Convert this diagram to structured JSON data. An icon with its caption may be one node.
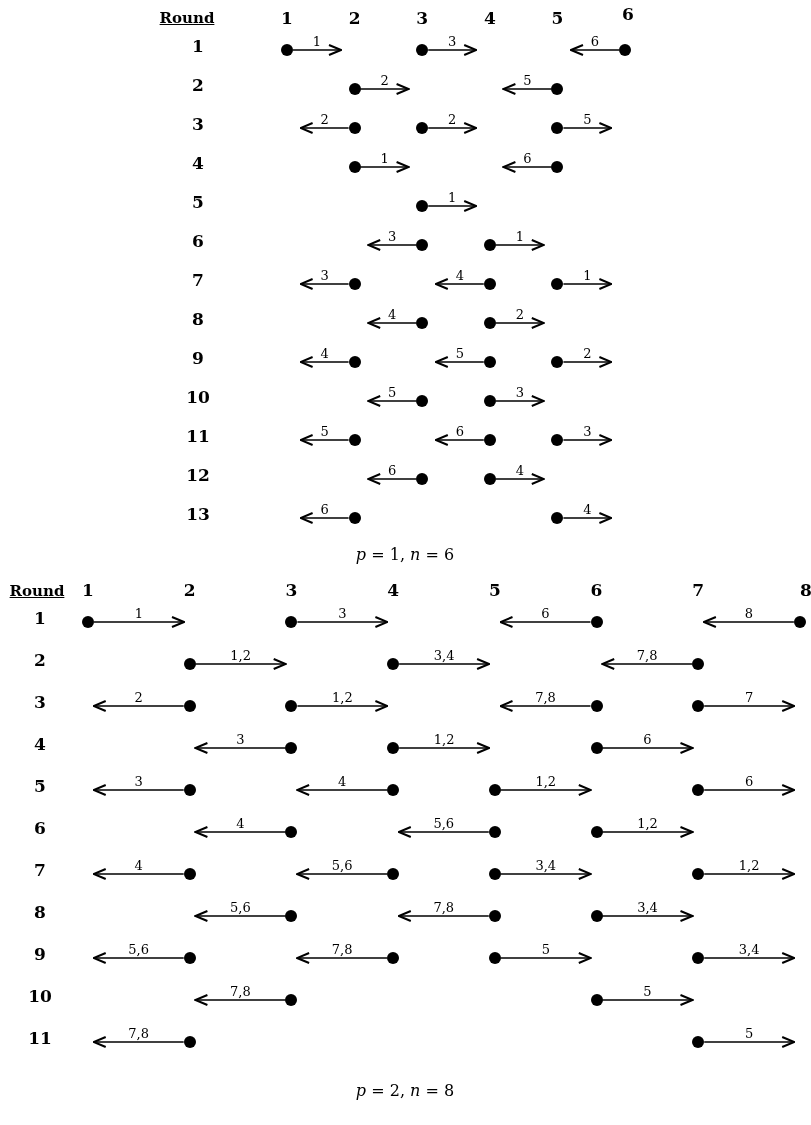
{
  "diagram": {
    "nodes": [
      {
        "text": [],
        "shape": "circle"
      },
      {
        "text": [],
        "shape": "circle"
      },
      {
        "text": [],
        "shape": "circle"
      },
      {
        "text": [],
        "shape": "circle"
      },
      {
        "text": [],
        "shape": "circle"
      },
      {
        "text": [],
        "shape": "circle"
      },
      {
        "text": [],
        "shape": "circle"
      },
      {
        "text": [],
        "shape": "circle"
      },
      {
        "text": [],
        "shape": "circle"
      },
      {
        "text": [],
        "shape": "circle"
      },
      {
        "text": [],
        "shape": "circle"
      },
      {
        "text": [],
        "shape": "circle"
      },
      {
        "text": [],
        "shape": "circle"
      },
      {
        "text": [],
        "shape": "circle"
      },
      {
        "text": [],
        "shape": "circle"
      },
      {
        "text": [],
        "shape": "circle"
      },
      {
        "text": [],
        "shape": "circle"
      },
      {
        "text": [],
        "shape": "circle"
      },
      {
        "text": [],
        "shape": "circle"
      },
      {
        "text": [],
        "shape": "circle"
      },
      {
        "text": [],
        "shape": "circle"
      },
      {
        "text": [],
        "shape": "circle"
      },
      {
        "text": [],
        "shape": "circle"
      },
      {
        "text": [],
        "shape": "circle"
      },
      {
        "text": [],
        "shape": "circle"
      },
      {
        "text": [],
        "shape": "circle"
      },
      {
        "text": [],
        "shape": "circle"
      },
      {
        "text": [],
        "shape": "circle"
      },
      {
        "text": [],
        "shape": "circle"
      },
      {
        "text": [],
        "shape": "circle"
      },
      {
        "text": [],
        "shape": "circle"
      },
      {
        "text": [],
        "shape": "circle"
      },
      {
        "text": [],
        "shape": "circle"
      },
      {
        "text": [],
        "shape": "circle"
      },
      {
        "text": [],
        "shape": "circle"
      },
      {
        "text": [],
        "shape": "circle"
      },
      {
        "text": [],
        "shape": "circle"
      },
      {
        "text": [],
        "shape": "circle"
      },
      {
        "text": [],
        "shape": "circle"
      },
      {
        "text": [],
        "shape": "circle"
      },
      {
        "text": [],
        "shape": "circle"
      },
      {
        "text": [],
        "shape": "circle"
      },
      {
        "text": [],
        "shape": "circle"
      },
      {
        "text": [],
        "shape": "circle"
      },
      {
        "text": [],
        "shape": "circle"
      },
      {
        "text": [],
        "shape": "circle"
      },
      {
        "text": [],
        "shape": "circle"
      },
      {
        "text": [],
        "shape": "circle"
      },
      {
        "text": [],
        "shape": "circle"
      },
      {
        "text": [],
        "shape": "circle"
      },
      {
        "text": [],
        "shape": "circle"
      },
      {
        "text": [],
        "shape": "circle"
      },
      {
        "text": [],
        "shape": "circle"
      },
      {
        "text": [],
        "shape": "circle"
      },
      {
        "text": [],
        "shape": "circle"
      },
      {
        "text": [],
        "shape": "circle"
      },
      {
        "text": [],
        "shape": "circle"
      },
      {
        "text": [],
        "shape": "circle"
      },
      {
        "text": [],
        "shape": "circle"
      },
      {
        "text": [],
        "shape": "circle"
      },
      {
        "text": [],
        "shape": "circle"
      },
      {
        "text": [],
        "shape": "circle"
      },
      {
        "text": [],
        "shape": "circle"
      },
      {
        "text": [],
        "shape": "circle"
      },
      {
        "text": [],
        "shape": "circle"
      },
      {
        "text": [],
        "shape": "circle"
      }
    ],
    "edges": [
      {
        "from": 0,
        "to": null,
        "arrow": "to",
        "label": "1"
      },
      {
        "from": 1,
        "to": null,
        "arrow": "to",
        "label": "3"
      },
      {
        "from": 2,
        "to": null,
        "arrow": "to",
        "label": "6"
      },
      {
        "from": 3,
        "to": null,
        "arrow": "to",
        "label": "2"
      },
      {
        "from": 4,
        "to": null,
        "arrow": "to",
        "label": "5"
      },
      {
        "from": 5,
        "to": null,
        "arrow": "to",
        "label": "2"
      },
      {
        "from": 6,
        "to": null,
        "arrow": "to",
        "label": "2"
      },
      {
        "from": 7,
        "to": null,
        "arrow": "to",
        "label": "5"
      },
      {
        "from": 8,
        "to": null,
        "arrow": "to",
        "label": "1"
      },
      {
        "from": 9,
        "to": null,
        "arrow": "to",
        "label": "6"
      },
      {
        "from": 10,
        "to": null,
        "arrow": "to",
        "label": "1"
      },
      {
        "from": 11,
        "to": null,
        "arrow": "to",
        "label": "3"
      },
      {
        "from": 12,
        "to": null,
        "arrow": "to",
        "label": "1"
      },
      {
        "from": 13,
        "to": null,
        "arrow": "to",
        "label": "3"
      },
      {
        "from": 14,
        "to": null,
        "arrow": "to",
        "label": "4"
      },
      {
        "from": 15,
        "to": null,
        "arrow": "to",
        "label": "1"
      },
      {
        "from": 16,
        "to": null,
        "arrow": "to",
        "label": "4"
      },
      {
        "from": 17,
        "to": null,
        "arrow": "to",
        "label": "2"
      },
      {
        "from": 18,
        "to": null,
        "arrow": "to",
        "label": "4"
      },
      {
        "from": 19,
        "to": null,
        "arrow": "to",
        "label": "5"
      },
      {
        "from": 20,
        "to": null,
        "arrow": "to",
        "label": "2"
      },
      {
        "from": 21,
        "to": null,
        "arrow": "to",
        "label": "5"
      },
      {
        "from": 22,
        "to": null,
        "arrow": "to",
        "label": "3"
      },
      {
        "from": 23,
        "to": null,
        "arrow": "to",
        "label": "5"
      },
      {
        "from": 24,
        "to": null,
        "arrow": "to",
        "label": "6"
      },
      {
        "from": 25,
        "to": null,
        "arrow": "to",
        "label": "3"
      },
      {
        "from": 26,
        "to": null,
        "arrow": "to",
        "label": "6"
      },
      {
        "from": 27,
        "to": null,
        "arrow": "to",
        "label": "4"
      },
      {
        "from": 28,
        "to": null,
        "arrow": "to",
        "label": "6"
      },
      {
        "from": 29,
        "to": null,
        "arrow": "to",
        "label": "4"
      },
      {
        "from": 30,
        "to": null,
        "arrow": "to",
        "label": "1"
      },
      {
        "from": 31,
        "to": null,
        "arrow": "to",
        "label": "3"
      },
      {
        "from": 32,
        "to": null,
        "arrow": "to",
        "label": "6"
      },
      {
        "from": 33,
        "to": null,
        "arrow": "to",
        "label": "8"
      },
      {
        "from": 34,
        "to": null,
        "arrow": "to",
        "label": "1,2"
      },
      {
        "from": 35,
        "to": null,
        "arrow": "to",
        "label": "3,4"
      },
      {
        "from": 36,
        "to": null,
        "arrow": "to",
        "label": "7,8"
      },
      {
        "from": 37,
        "to": null,
        "arrow": "to",
        "label": "2"
      },
      {
        "from": 38,
        "to": null,
        "arrow": "to",
        "label": "1,2"
      },
      {
        "from": 39,
        "to": null,
        "arrow": "to",
        "label": "7,8"
      },
      {
        "from": 40,
        "to": null,
        "arrow": "to",
        "label": "7"
      },
      {
        "from": 41,
        "to": null,
        "arrow": "to",
        "label": "3"
      },
      {
        "from": 42,
        "to": null,
        "arrow": "to",
        "label": "1,2"
      },
      {
        "from": 43,
        "to": null,
        "arrow": "to",
        "label": "6"
      },
      {
        "from": 44,
        "to": null,
        "arrow": "to",
        "label": "3"
      },
      {
        "from": 45,
        "to": null,
        "arrow": "to",
        "label": "4"
      },
      {
        "from": 46,
        "to": null,
        "arrow": "to",
        "label": "1,2"
      },
      {
        "from": 47,
        "to": null,
        "arrow": "to",
        "label": "6"
      },
      {
        "from": 48,
        "to": null,
        "arrow": "to",
        "label": "4"
      },
      {
        "from": 49,
        "to": null,
        "arrow": "to",
        "label": "5,6"
      },
      {
        "from": 50,
        "to": null,
        "arrow": "to",
        "label": "1,2"
      },
      {
        "from": 51,
        "to": null,
        "arrow": "to",
        "label": "4"
      },
      {
        "from": 52,
        "to": null,
        "arrow": "to",
        "label": "5,6"
      },
      {
        "from": 53,
        "to": null,
        "arrow": "to",
        "label": "3,4"
      },
      {
        "from": 54,
        "to": null,
        "arrow": "to",
        "label": "1,2"
      },
      {
        "from": 55,
        "to": null,
        "arrow": "to",
        "label": "5,6"
      },
      {
        "from": 56,
        "to": null,
        "arrow": "to",
        "label": "7,8"
      },
      {
        "from": 57,
        "to": null,
        "arrow": "to",
        "label": "3,4"
      },
      {
        "from": 58,
        "to": null,
        "arrow": "to",
        "label": "5,6"
      },
      {
        "from": 59,
        "to": null,
        "arrow": "to",
        "label": "7,8"
      },
      {
        "from": 60,
        "to": null,
        "arrow": "to",
        "label": "5"
      },
      {
        "from": 61,
        "to": null,
        "arrow": "to",
        "label": "3,4"
      },
      {
        "from": 62,
        "to": null,
        "arrow": "to",
        "label": "7,8"
      },
      {
        "from": 63,
        "to": null,
        "arrow": "to",
        "label": "5"
      },
      {
        "from": 64,
        "to": null,
        "arrow": "to",
        "label": "7,8"
      },
      {
        "from": 65,
        "to": null,
        "arrow": "to",
        "label": "5"
      }
    ],
    "labels": [
      "Round",
      "1",
      "2",
      "3",
      "4",
      "5",
      "6",
      "1",
      "2",
      "3",
      "4",
      "5",
      "6",
      "7",
      "8",
      "9",
      "10",
      "11",
      "12",
      "13",
      "*p* = 1, *n* = 6",
      "Round",
      "1",
      "2",
      "3",
      "4",
      "5",
      "6",
      "7",
      "8",
      "1",
      "2",
      "3",
      "4",
      "5",
      "6",
      "7",
      "8",
      "9",
      "10",
      "11",
      "*p* = 2, *n* = 8"
    ]
  }
}
